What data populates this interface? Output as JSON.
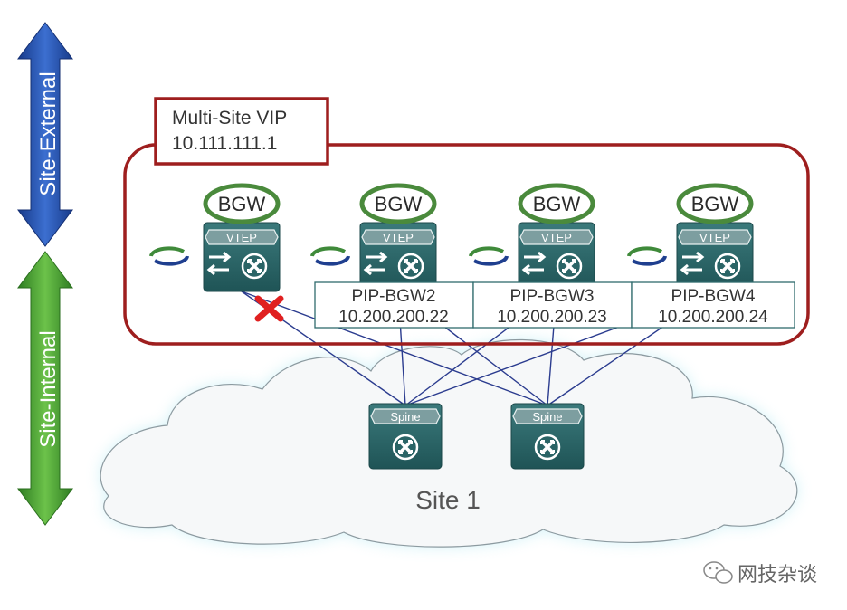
{
  "arrows": {
    "external_label": "Site-External",
    "internal_label": "Site-Internal"
  },
  "vip": {
    "line1": "Multi-Site VIP",
    "line2": "10.111.111.1"
  },
  "bgw": {
    "label": "BGW",
    "vtep_label": "VTEP"
  },
  "pip_boxes": [
    {
      "name": "PIP-BGW2",
      "ip": "10.200.200.22"
    },
    {
      "name": "PIP-BGW3",
      "ip": "10.200.200.23"
    },
    {
      "name": "PIP-BGW4",
      "ip": "10.200.200.24"
    }
  ],
  "spine": {
    "label": "Spine"
  },
  "site": {
    "label": "Site 1"
  },
  "watermark": {
    "text": "网技杂谈"
  },
  "colors": {
    "device": "#2f6b6d",
    "bgw_ring": "#4a8a3c",
    "vip_border": "#9e1e1e",
    "external_arrow": "#1f3f8f",
    "internal_arrow": "#3f9a2f",
    "link": "#2b3c8f",
    "failure": "#e02020"
  }
}
